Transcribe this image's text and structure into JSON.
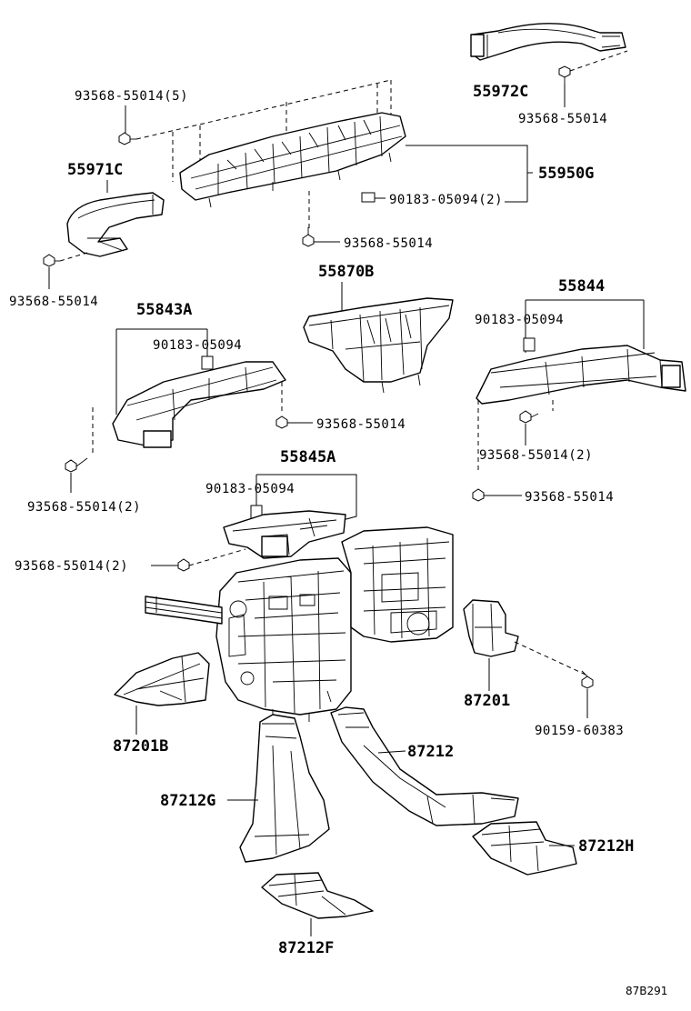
{
  "diagram_ref": "87B291",
  "labels": {
    "p55972C": "55972C",
    "p93568_55014_5": "93568-55014(5)",
    "p93568_55014_a": "93568-55014",
    "p55971C": "55971C",
    "p55950G": "55950G",
    "p90183_05094_2a": "90183-05094(2)",
    "p93568_55014_b": "93568-55014",
    "p93568_55014_c": "93568-55014",
    "p55870B": "55870B",
    "p55844": "55844",
    "p55843A": "55843A",
    "p90183_05094_a": "90183-05094",
    "p90183_05094_b": "90183-05094",
    "p93568_55014_d": "93568-55014",
    "p93568_55014_2a": "93568-55014(2)",
    "p93568_55014_2b": "93568-55014(2)",
    "p55845A": "55845A",
    "p90183_05094_c": "90183-05094",
    "p93568_55014_e": "93568-55014",
    "p93568_55014_2c": "93568-55014(2)",
    "p87201": "87201",
    "p90159_60383": "90159-60383",
    "p87201B": "87201B",
    "p87212": "87212",
    "p87212G": "87212G",
    "p87212H": "87212H",
    "p87212F": "87212F"
  }
}
